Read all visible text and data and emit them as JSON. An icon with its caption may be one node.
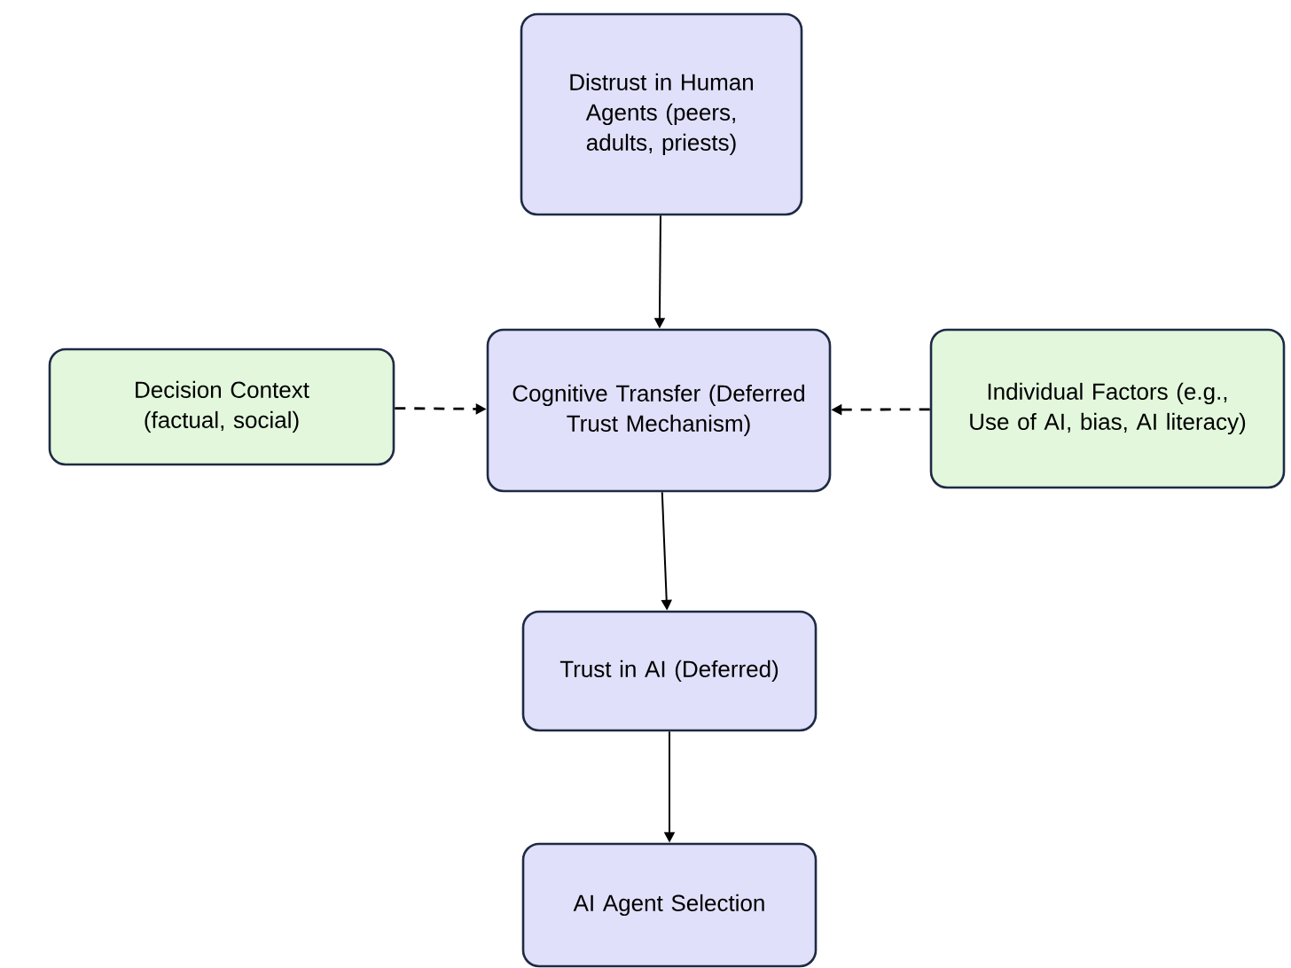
{
  "diagram": {
    "nodes": [
      {
        "text": [
          "Distrust in Human Agents (peers, adults, priests)"
        ]
      },
      {
        "text": [
          "Decision Context (factual, social)"
        ]
      },
      {
        "text": [
          "Cognitive Transfer (Deferred Trust Mechanism)"
        ]
      },
      {
        "text": [
          "Individual Factors (e.g., Use of AI, bias, AI literacy)"
        ]
      },
      {
        "text": [
          "Trust in AI (Deferred)"
        ]
      },
      {
        "text": [
          "AI Agent Selection"
        ]
      }
    ],
    "edges": [
      {
        "from": 0,
        "to": 2,
        "arrow": "to"
      },
      {
        "from": 1,
        "to": 2,
        "arrow": "to",
        "style": "dashed"
      },
      {
        "from": 3,
        "to": 2,
        "arrow": "to",
        "style": "dashed"
      },
      {
        "from": 2,
        "to": 4,
        "arrow": "to"
      },
      {
        "from": 4,
        "to": 5,
        "arrow": "to"
      }
    ]
  }
}
